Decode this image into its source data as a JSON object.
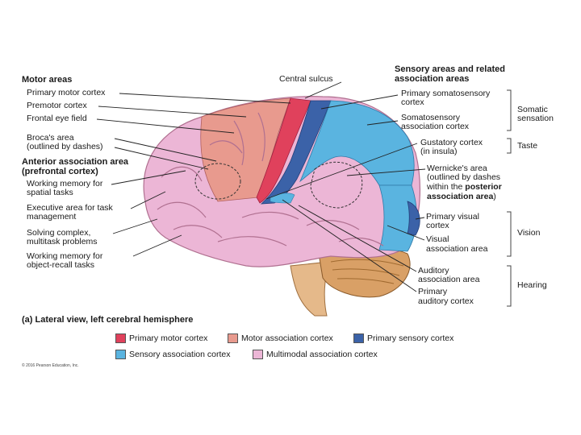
{
  "headers": {
    "motor_areas": "Motor areas",
    "sensory_line1": "Sensory areas and related",
    "sensory_line2": "association areas",
    "central_sulcus": "Central sulcus",
    "anterior_line1": "Anterior association area",
    "anterior_line2": "(prefrontal cortex)"
  },
  "left_labels": {
    "primary_motor": "Primary motor cortex",
    "premotor": "Premotor cortex",
    "frontal_eye": "Frontal eye field",
    "broca_1": "Broca's area",
    "broca_2": "(outlined by dashes)",
    "working_spatial_1": "Working memory for",
    "working_spatial_2": "spatial tasks",
    "executive_1": "Executive area for task",
    "executive_2": "management",
    "solving_1": "Solving complex,",
    "solving_2": "multitask problems",
    "working_object_1": "Working memory for",
    "working_object_2": "object-recall tasks"
  },
  "right_labels": {
    "primary_somato_1": "Primary somatosensory",
    "primary_somato_2": "cortex",
    "somato_assoc_1": "Somatosensory",
    "somato_assoc_2": "association cortex",
    "gustatory_1": "Gustatory cortex",
    "gustatory_2": "(in insula)",
    "wernicke_1": "Wernicke's area",
    "wernicke_2": "(outlined by dashes",
    "wernicke_3a": "within the ",
    "wernicke_3b": "posterior",
    "wernicke_4a": "association area",
    "wernicke_4b": ")",
    "primary_visual_1": "Primary visual",
    "primary_visual_2": "cortex",
    "visual_assoc_1": "Visual",
    "visual_assoc_2": "association area",
    "auditory_assoc_1": "Auditory",
    "auditory_assoc_2": "association area",
    "primary_aud_1": "Primary",
    "primary_aud_2": "auditory cortex"
  },
  "groups": {
    "somatic_1": "Somatic",
    "somatic_2": "sensation",
    "taste": "Taste",
    "vision": "Vision",
    "hearing": "Hearing"
  },
  "caption": "(a) Lateral view, left cerebral hemisphere",
  "legend": [
    {
      "label": "Primary motor cortex",
      "color": "#e0415c"
    },
    {
      "label": "Motor association cortex",
      "color": "#e89a8e"
    },
    {
      "label": "Primary sensory cortex",
      "color": "#3b62a8"
    },
    {
      "label": "Sensory association cortex",
      "color": "#5ab4e0"
    },
    {
      "label": "Multimodal association cortex",
      "color": "#ecb6d6"
    }
  ],
  "copyright": "© 2016 Pearson Education, Inc.",
  "colors": {
    "primary_motor": "#e0415c",
    "motor_assoc": "#e89a8e",
    "primary_sensory": "#3b62a8",
    "sensory_assoc": "#5ab4e0",
    "multimodal": "#ecb6d6",
    "cerebellum": "#d9a066"
  }
}
